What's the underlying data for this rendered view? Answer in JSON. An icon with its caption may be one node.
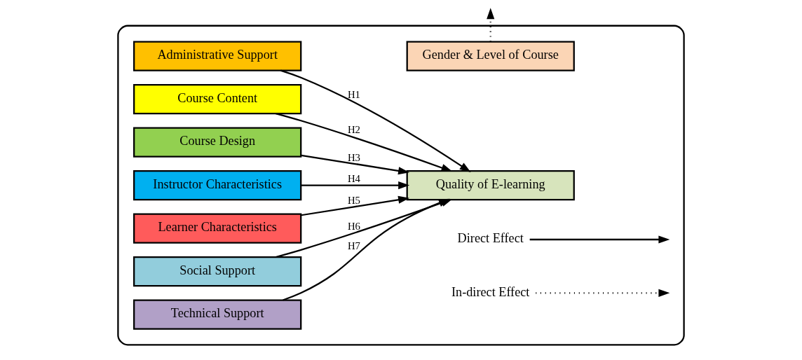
{
  "diagram": {
    "nodes": [
      {
        "text": [],
        "shape": "box"
      },
      {
        "text": [
          "Administrative Support"
        ],
        "in": 0
      },
      {
        "text": [
          "Course Content"
        ],
        "in": 0
      },
      {
        "text": [
          "Course Design"
        ],
        "in": 0
      },
      {
        "text": [
          "Instructor Characteristics"
        ],
        "in": 0
      },
      {
        "text": [
          "Learner Characteristics"
        ],
        "in": 0
      },
      {
        "text": [
          "Social Support"
        ],
        "in": 0
      },
      {
        "text": [
          "Technical Support"
        ],
        "in": 0
      },
      {
        "text": [
          "Gender & Level of Course"
        ],
        "in": 0
      },
      {
        "text": [
          "Quality of E-learning"
        ],
        "in": 0
      }
    ],
    "edges": [
      {
        "from": 1,
        "to": 9,
        "arrow": "to",
        "label": "H1"
      },
      {
        "from": 2,
        "to": 9,
        "arrow": "to",
        "label": "H2"
      },
      {
        "from": 3,
        "to": 9,
        "arrow": "to",
        "label": "H3"
      },
      {
        "from": 4,
        "to": 9,
        "arrow": "to",
        "label": "H4"
      },
      {
        "from": 5,
        "to": 9,
        "arrow": "to",
        "label": "H5"
      },
      {
        "from": 6,
        "to": 9,
        "arrow": "to",
        "label": "H6"
      },
      {
        "from": 7,
        "to": 9,
        "arrow": "to",
        "label": "H7"
      },
      {
        "from": 8,
        "to": null,
        "arrow": "to",
        "style": "dashed"
      }
    ],
    "legend": [
      {
        "text": "Direct Effect"
      },
      {
        "text": "In-direct Effect"
      }
    ]
  }
}
